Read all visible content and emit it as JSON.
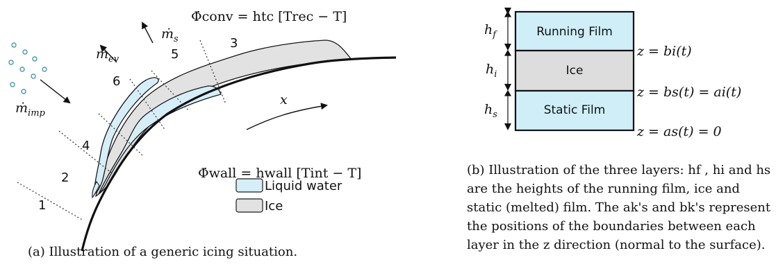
{
  "left_panel": {
    "sections": [
      "1",
      "2",
      "4",
      "6",
      "5",
      "3"
    ],
    "labels": {
      "m_imp": "ṁ",
      "m_imp_sub": "imp",
      "m_ev": "ṁ",
      "m_ev_sub": "ev",
      "m_s": "ṁ",
      "m_s_sub": "s",
      "phi_conv": "Φ̇conv = htc [Trec − T]",
      "phi_wall": "Φ̇wall = hwall [Tint − T]",
      "x": "x"
    },
    "legend": {
      "liquid": "Liquid water",
      "ice": "Ice"
    },
    "colors": {
      "liquid": "#d6eef8",
      "ice": "#e2e2e2",
      "outline": "#1a1a1a"
    },
    "caption": "(a) Illustration of a generic icing situation."
  },
  "right_panel": {
    "layers": {
      "running": "Running Film",
      "ice": "Ice",
      "static": "Static Film"
    },
    "heights": {
      "hf": "h",
      "hf_sub": "f",
      "hi": "h",
      "hi_sub": "i",
      "hs": "h",
      "hs_sub": "s"
    },
    "boundaries": [
      "z = bi(t)",
      "z = bs(t) = ai(t)",
      "z = as(t) = 0"
    ],
    "caption": "(b) Illustration of the three layers: hf , hi and hs are the heights of the running film, ice and static (melted) film. The ak's and bk's represent the positions of the boundaries between each layer in the z direction (normal to the surface)."
  }
}
